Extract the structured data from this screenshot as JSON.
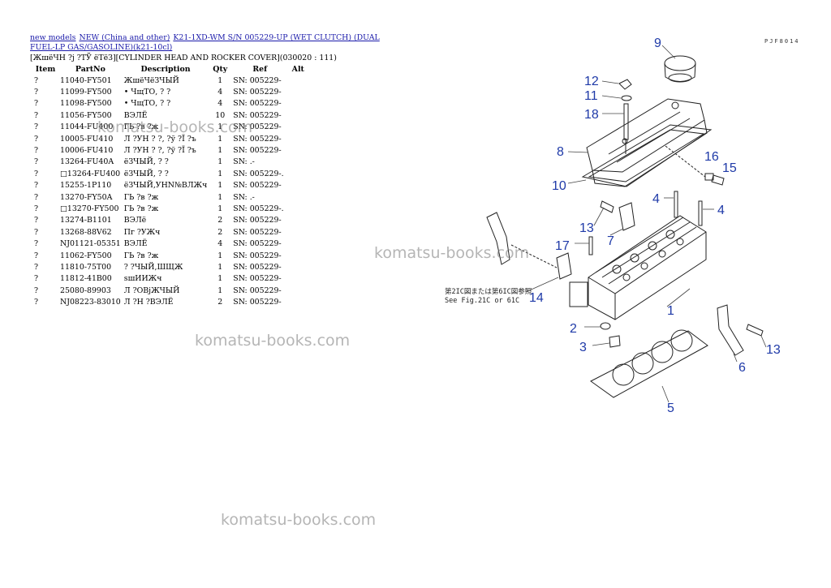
{
  "breadcrumb": {
    "link1": "new models",
    "link2": "NEW (China and other)",
    "link3": "K21-1XD-WM S/N 005229-UP (WET CLUTCH) (DUAL FUEL-LP GAS/GASOLINE)(k21-10cl)"
  },
  "section_title": "[ЖшёЧН ?j ?ТЎ ёТёЗ][CYLINDER HEAD AND ROCKER COVER](030020 : 111)",
  "table": {
    "headers": {
      "item": "Item",
      "part_no": "PartNo",
      "description": "Description",
      "qty": "Qty",
      "ref": "Ref",
      "alt": "Alt"
    },
    "rows": [
      {
        "item": "?",
        "part_no": "11040-FY501",
        "description": "ЖшёЧёЗЧЫЙ",
        "qty": "1",
        "ref": "SN: 005229-"
      },
      {
        "item": "?",
        "part_no": "11099-FY500",
        "description": "• ЧщТО, ? ?",
        "qty": "4",
        "ref": "SN: 005229-"
      },
      {
        "item": "?",
        "part_no": "11098-FY500",
        "description": "• ЧщТО, ? ?",
        "qty": "4",
        "ref": "SN: 005229-"
      },
      {
        "item": "?",
        "part_no": "11056-FY500",
        "description": "ВЭЛЁ",
        "qty": "10",
        "ref": "SN: 005229-"
      },
      {
        "item": "?",
        "part_no": "11044-FU400",
        "description": "ГЬ ?в ?ж",
        "qty": "1",
        "ref": "SN: 005229-"
      },
      {
        "item": "?",
        "part_no": "10005-FU410",
        "description": "Л ?УН ? ?, ?ў ?Ї ?ъ",
        "qty": "1",
        "ref": "SN: 005229-"
      },
      {
        "item": "?",
        "part_no": "10006-FU410",
        "description": "Л ?УН ? ?, ?ў ?Ї ?ъ",
        "qty": "1",
        "ref": "SN: 005229-"
      },
      {
        "item": "?",
        "part_no": "13264-FU40A",
        "description": "ёЗЧЫЙ, ? ?",
        "qty": "1",
        "ref": "SN: .-"
      },
      {
        "item": "?",
        "part_no": "□13264-FU400",
        "description": "ёЗЧЫЙ, ? ?",
        "qty": "1",
        "ref": "SN: 005229-."
      },
      {
        "item": "?",
        "part_no": "15255-1P110",
        "description": "ёЗЧЫЙ,УНN№ВЛЖч",
        "qty": "1",
        "ref": "SN: 005229-"
      },
      {
        "item": "?",
        "part_no": "13270-FY50A",
        "description": "ГЬ ?в ?ж",
        "qty": "1",
        "ref": "SN: .-"
      },
      {
        "item": "?",
        "part_no": "□13270-FY500",
        "description": "ГЬ ?в ?ж",
        "qty": "1",
        "ref": "SN: 005229-."
      },
      {
        "item": "?",
        "part_no": "13274-B1101",
        "description": "ВЭЛё",
        "qty": "2",
        "ref": "SN: 005229-"
      },
      {
        "item": "?",
        "part_no": "13268-88V62",
        "description": "Пг ?УЖч",
        "qty": "2",
        "ref": "SN: 005229-"
      },
      {
        "item": "?",
        "part_no": "NJ01121-05351",
        "description": "ВЭЛЁ",
        "qty": "4",
        "ref": "SN: 005229-"
      },
      {
        "item": "?",
        "part_no": "11062-FY500",
        "description": "ГЬ ?в ?ж",
        "qty": "1",
        "ref": "SN: 005229-"
      },
      {
        "item": "?",
        "part_no": "11810-75T00",
        "description": "? ?ЧЫЙ,ШЩЖ",
        "qty": "1",
        "ref": "SN: 005229-"
      },
      {
        "item": "?",
        "part_no": "11812-41B00",
        "description": "sшИИЖч",
        "qty": "1",
        "ref": "SN: 005229-"
      },
      {
        "item": "?",
        "part_no": "25080-89903",
        "description": "Л ?ОВјЖЧЫЙ",
        "qty": "1",
        "ref": "SN: 005229-"
      },
      {
        "item": "?",
        "part_no": "NJ08223-83010",
        "description": "Л ?Н ?ВЭЛЁ",
        "qty": "2",
        "ref": "SN: 005229-"
      }
    ]
  },
  "watermark": "komatsu-books.com",
  "diagram": {
    "code": "PJF8014",
    "note_line1": "第2IC図または第6IC図参照",
    "note_line2": "See Fig.21C or 61C",
    "callouts": {
      "c9": "9",
      "c12": "12",
      "c11": "11",
      "c18": "18",
      "c8": "8",
      "c16": "16",
      "c15": "15",
      "c10": "10",
      "c4a": "4",
      "c4b": "4",
      "c13a": "13",
      "c7": "7",
      "c17": "17",
      "c14": "14",
      "c1": "1",
      "c2": "2",
      "c3": "3",
      "c6": "6",
      "c13b": "13",
      "c5": "5"
    }
  }
}
